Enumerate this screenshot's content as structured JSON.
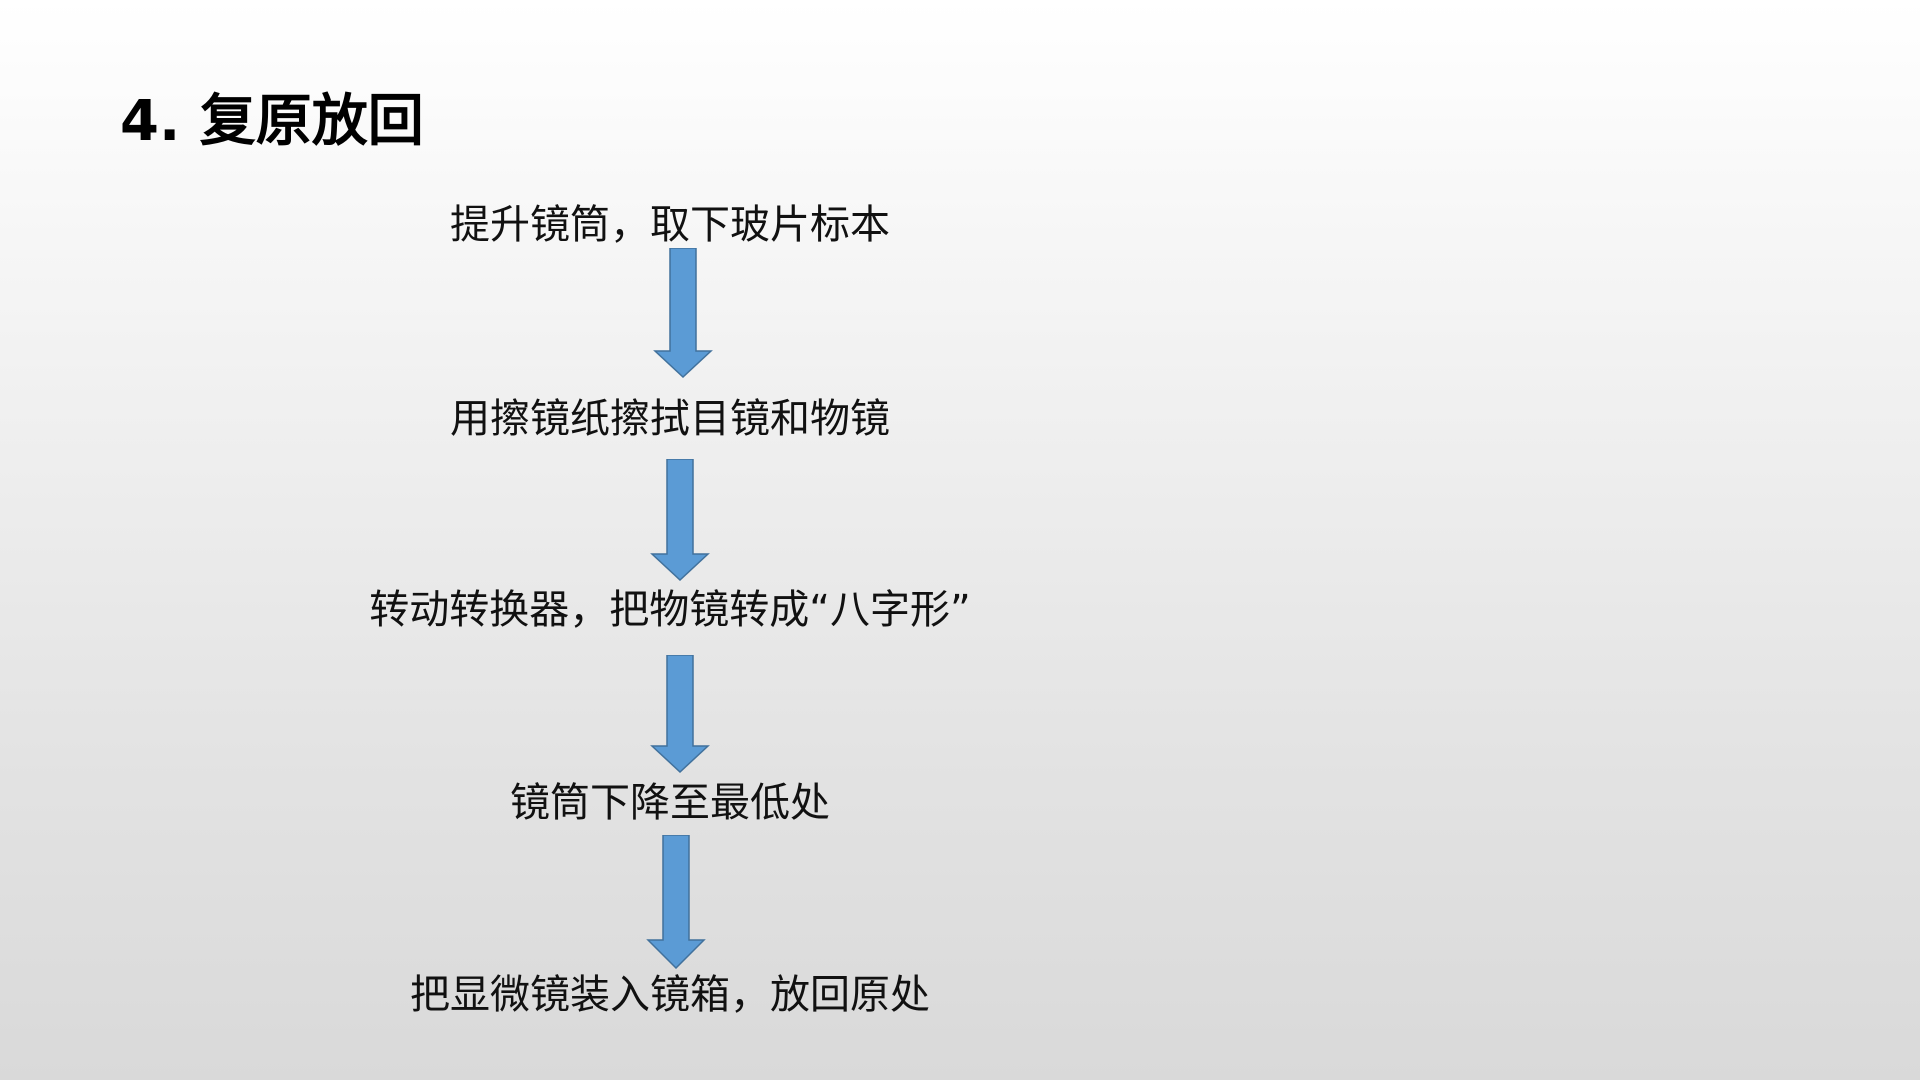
{
  "slide": {
    "title": "4. 复原放回",
    "arrow_color": "#5B9BD5",
    "arrow_border_color": "#41719C",
    "steps": [
      "提升镜筒，取下玻片标本",
      "用擦镜纸擦拭目镜和物镜",
      "转动转换器，把物镜转成“八字形”",
      "镜筒下降至最低处",
      "把显微镜装入镜箱，放回原处"
    ]
  }
}
